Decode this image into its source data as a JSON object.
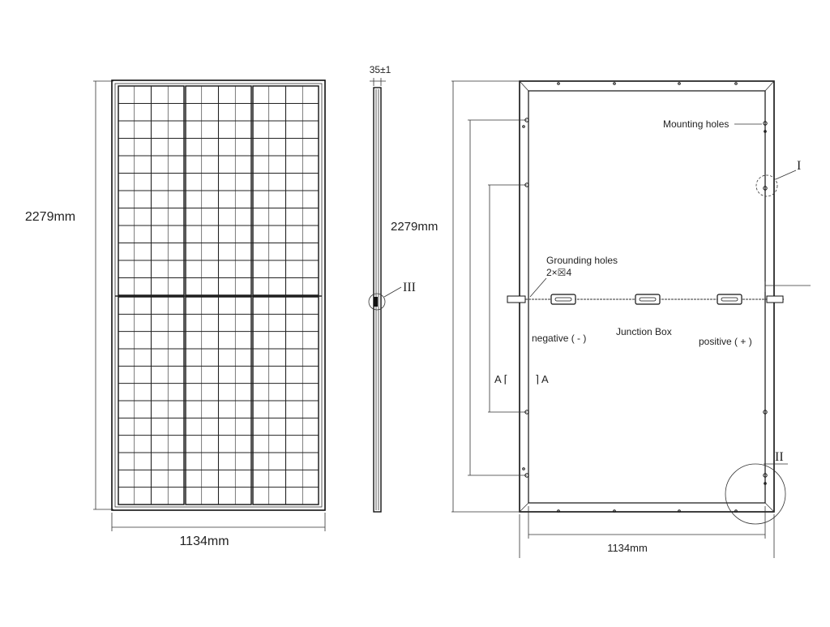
{
  "front_view": {
    "height_label": "2279mm",
    "width_label": "1134mm"
  },
  "side_view": {
    "thickness_label": "35±1",
    "height_label": "2279mm",
    "detail_label": "III"
  },
  "back_view": {
    "mounting_holes_label": "Mounting holes",
    "detail_i_label": "I",
    "detail_ii_label": "II",
    "grounding_holes_label": "Grounding holes",
    "grounding_spec_label": "2×☒4",
    "negative_label": "negative ( - )",
    "junction_box_label": "Junction Box",
    "positive_label": "positive ( + )",
    "section_left_label": "A ⌈",
    "section_right_label": "⌉ A",
    "width_label": "1134mm"
  },
  "colors": {
    "line": "#111111",
    "background": "#ffffff"
  }
}
